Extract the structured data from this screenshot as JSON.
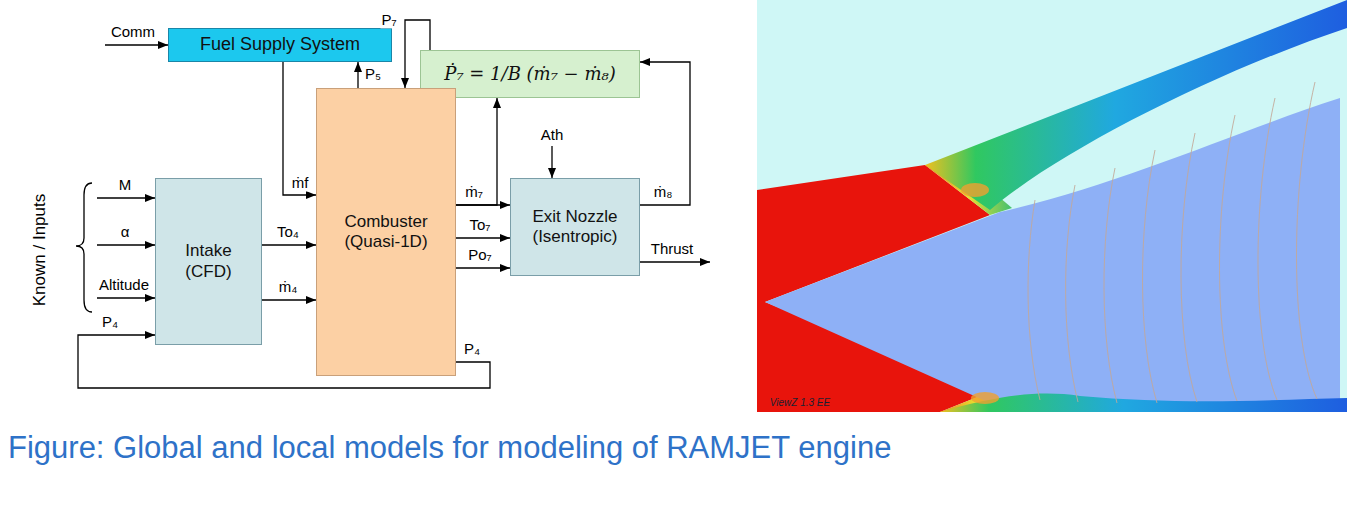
{
  "diagram": {
    "caption": "Figure: Global and local models for modeling of RAMJET engine",
    "nodes": [
      {
        "text": [
          "Fuel Supply System"
        ]
      },
      {
        "text": [
          "Ṗ₇ = 1/B (ṁ₇ − ṁ₈)"
        ]
      },
      {
        "text": [
          "Intake (CFD)"
        ]
      },
      {
        "text": [
          "Combuster (Quasi-1D)"
        ]
      },
      {
        "text": [
          "Exit Nozzle (Isentropic)"
        ]
      }
    ],
    "edges": [
      {
        "from": 0,
        "to": 3,
        "arrow": "to",
        "label": "ṁf"
      },
      {
        "from": 3,
        "to": 0,
        "arrow": "to",
        "label": "P₅"
      },
      {
        "from": 1,
        "to": 3,
        "arrow": "to",
        "label": "P₇"
      },
      {
        "from": 3,
        "to": 1,
        "arrow": "to"
      },
      {
        "from": 2,
        "to": 3,
        "arrow": "to",
        "label": "To₄"
      },
      {
        "from": 2,
        "to": 3,
        "arrow": "to",
        "label": "ṁ₄"
      },
      {
        "from": 3,
        "to": 4,
        "arrow": "to",
        "label": "ṁ₇"
      },
      {
        "from": 3,
        "to": 4,
        "arrow": "to",
        "label": "To₇"
      },
      {
        "from": 3,
        "to": 4,
        "arrow": "to",
        "label": "Po₇"
      },
      {
        "from": 3,
        "to": 2,
        "arrow": "to",
        "label": "P₄"
      },
      {
        "from": 4,
        "to": 1,
        "arrow": "to",
        "label": "ṁ₈"
      }
    ],
    "labels": [
      "Known / Inputs",
      "Comm",
      "M",
      "α",
      "Altitude",
      "P₄",
      "Ath",
      "Thrust",
      "ViewZ 1.3 EE"
    ]
  }
}
